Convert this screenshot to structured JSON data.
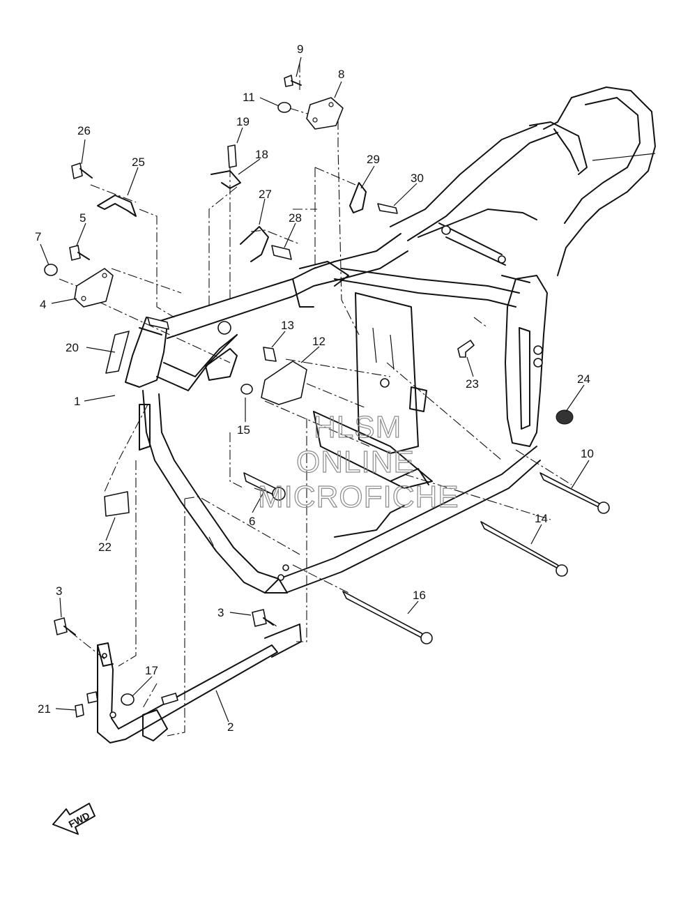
{
  "diagram": {
    "part_numbers": [
      "1",
      "2",
      "3",
      "3",
      "4",
      "5",
      "6",
      "7",
      "8",
      "9",
      "10",
      "11",
      "12",
      "13",
      "14",
      "15",
      "16",
      "17",
      "18",
      "19",
      "20",
      "21",
      "22",
      "23",
      "24",
      "25",
      "26",
      "27",
      "28",
      "29",
      "30"
    ],
    "watermark": [
      "HLSM",
      "ONLINE",
      "MICROFICHE"
    ],
    "direction_label": "FWD"
  }
}
